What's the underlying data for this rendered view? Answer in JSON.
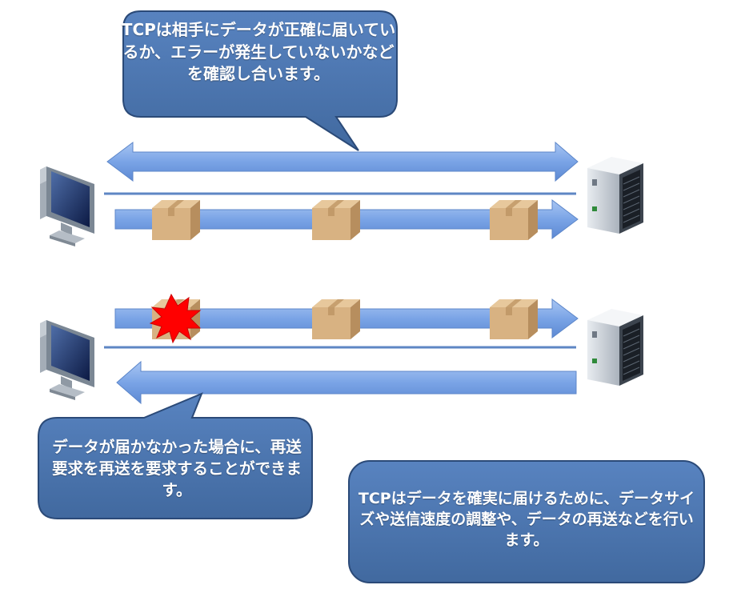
{
  "callouts": {
    "top": "TCPは相手にデータが正確に届いているか、エラーが発生していないかなどを確認し合います。",
    "bottom_left": "データが届かなかった場合に、再送要求を再送を要求することができます。",
    "bottom_right": "TCPはデータを確実に届けるために、データサイズや送信速度の調整や、データの再送などを行います。"
  },
  "colors": {
    "callout_fill": "#4a77b4",
    "callout_stroke": "#2b4a78",
    "arrow_fill": "#7aa4e6",
    "line": "#5e86c4",
    "box": "#d8b282",
    "error": "#ff0000"
  },
  "icons": {
    "client": "monitor-icon",
    "server": "server-tower-icon",
    "packet": "cardboard-box-icon",
    "error": "explosion-burst-icon"
  }
}
